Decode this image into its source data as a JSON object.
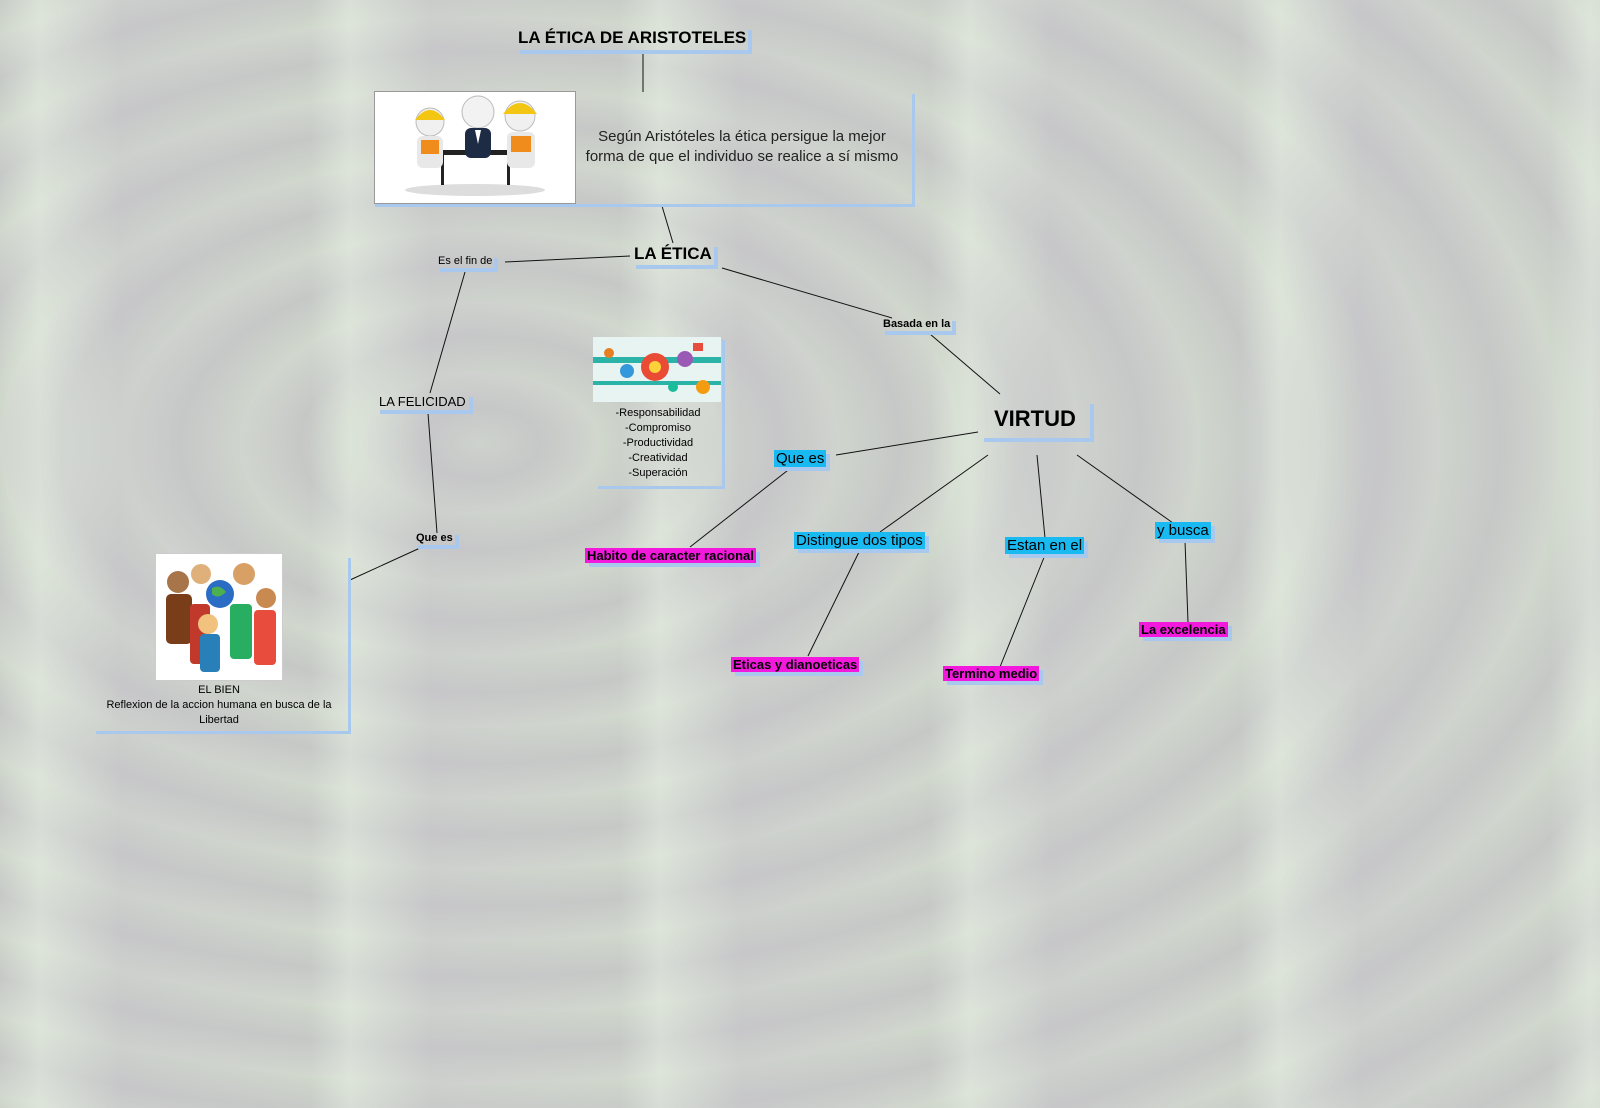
{
  "title": "LA ÉTICA DE ARISTOTELES",
  "intro_text_line1": "Según Aristóteles la ética persigue la mejor",
  "intro_text_line2": "forma de que el individuo se realice a sí mismo",
  "etica": "LA ÉTICA",
  "es_el_fin_de": "Es el fin de",
  "felicidad": "LA FELICIDAD",
  "que_es_left": "Que es",
  "bien": {
    "line1": "EL BIEN",
    "line2": "Reflexion de la accion humana en busca de la",
    "line3": "Libertad"
  },
  "values_list": [
    "-Responsabilidad",
    "-Compromiso",
    "-Productividad",
    "-Creatividad",
    "-Superación"
  ],
  "basada_en_la": "Basada en la",
  "virtud": "VIRTUD",
  "que_es_right": "Que es",
  "habito": "Habito de caracter racional",
  "distingue": "Distingue dos tipos",
  "eticas": "Eticas y dianoeticas",
  "estan_en_el": "Estan en el",
  "termino_medio": "Termino medio",
  "y_busca": "y busca",
  "excelencia": "La excelencia",
  "icons": {
    "workers": "workers-meeting-icon",
    "gears": "gears-idea-icon",
    "children": "children-globe-icon"
  },
  "colors": {
    "link_label_cyan": "#19b9f2",
    "concept_magenta": "#f219dd",
    "shadow_blue": "#a8c8ee"
  }
}
